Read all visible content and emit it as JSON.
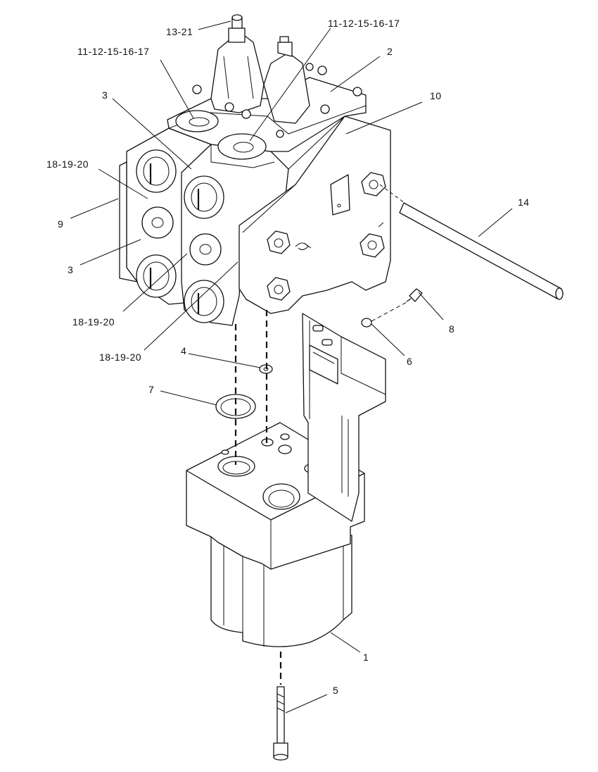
{
  "callouts": {
    "c13_21": "13-21",
    "c11_left": "11-12-15-16-17",
    "c11_right": "11-12-15-16-17",
    "c2": "2",
    "c10": "10",
    "c3_top": "3",
    "c18_top": "18-19-20",
    "c9": "9",
    "c3_bottom": "3",
    "c18_mid": "18-19-20",
    "c18_low": "18-19-20",
    "c14": "14",
    "c8": "8",
    "c6": "6",
    "c4": "4",
    "c7": "7",
    "c1": "1",
    "c5": "5"
  }
}
